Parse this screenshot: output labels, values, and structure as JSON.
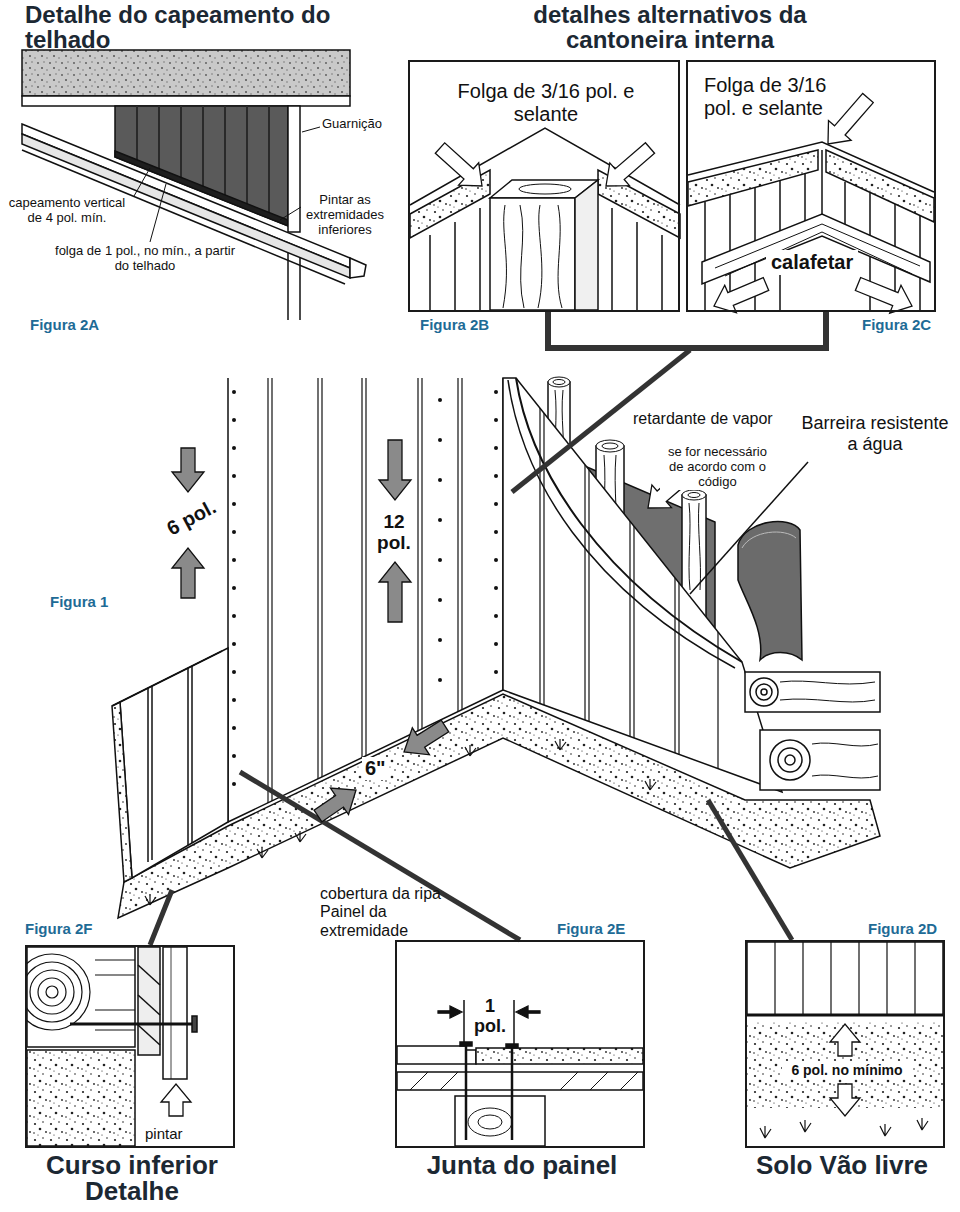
{
  "diagram": {
    "nodes": [
      {
        "text": [
          "Folga de 3/16 pol. e selante"
        ]
      },
      {
        "text": [
          "Folga de 3/16 pol. e selante",
          "calafetar"
        ]
      },
      {
        "text": [
          "pintar",
          "Curso inferior Detalhe"
        ]
      },
      {
        "text": [
          "1 pol.",
          "Junta do painel"
        ]
      },
      {
        "text": [
          "6 pol. no mínimo",
          "Solo Vão livre"
        ]
      }
    ],
    "labels": [
      "Detalhe do capeamento do telhado",
      "detalhes alternativos da cantoneira interna",
      "Guarnição",
      "capeamento vertical de 4 pol. mín.",
      "folga de 1 pol., no mín., a partir do telhado",
      "Pintar as extremidades inferiores",
      "Figura 2A",
      "Figura 2B",
      "Figura 2C",
      "retardante de vapor",
      "Barreira resistente a água",
      "se for necessário de acordo com o código",
      "6 pol.",
      "12 pol.",
      "Figura 1",
      "6\"",
      "cobertura da ripa Painel da extremidade",
      "Figura 2F",
      "Figura 2E",
      "Figura 2D"
    ]
  }
}
